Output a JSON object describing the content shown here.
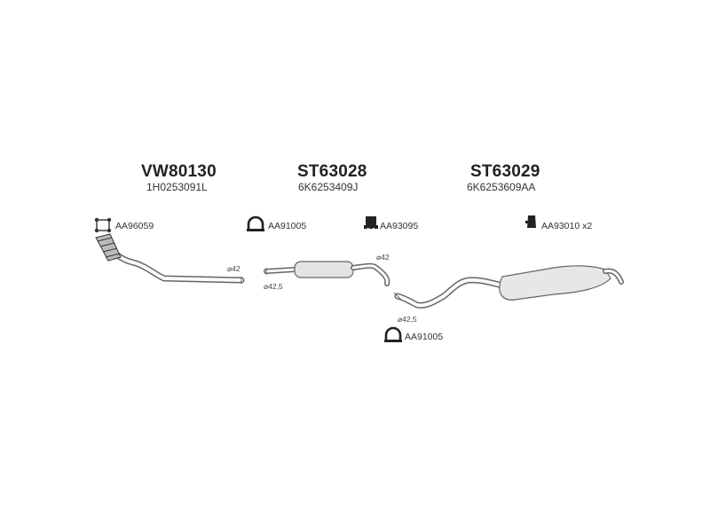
{
  "sections": [
    {
      "title": "VW80130",
      "oem": "1H0253091L"
    },
    {
      "title": "ST63028",
      "oem": "6K6253409J"
    },
    {
      "title": "ST63029",
      "oem": "6K6253609AA"
    }
  ],
  "parts": {
    "clamp_front": "AA96059",
    "clamp_mid": "AA91005",
    "rubber_mount": "AA93095",
    "rubber_rear": "AA93010 x2",
    "clamp_rear": "AA91005"
  },
  "dimensions": {
    "front_end": "⌀42",
    "mid_inlet": "⌀42,5",
    "mid_outlet": "⌀42",
    "rear_inlet": "⌀42,5"
  },
  "icons": {
    "clamp_front": "flange-clamp-icon",
    "clamp_mid": "u-bolt-clamp-icon",
    "rubber_mount": "rubber-mount-icon",
    "rubber_rear": "rubber-hanger-icon",
    "clamp_rear": "u-bolt-clamp-icon"
  }
}
